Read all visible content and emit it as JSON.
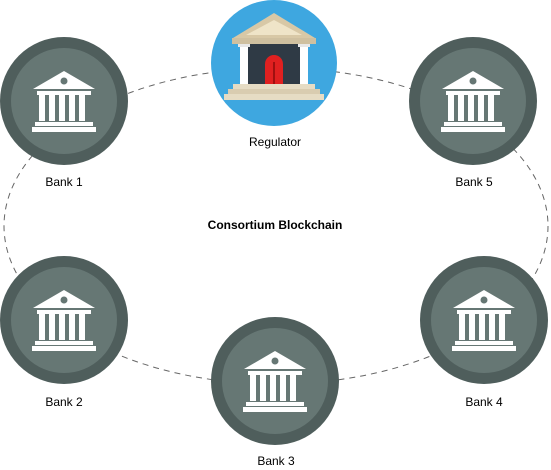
{
  "diagram": {
    "center_label": "Consortium Blockchain",
    "regulator": {
      "label": "Regulator",
      "fill": "#3ea7e0",
      "door_color": "#e02020"
    },
    "banks": [
      {
        "id": "bank1",
        "label": "Bank 1"
      },
      {
        "id": "bank2",
        "label": "Bank 2"
      },
      {
        "id": "bank3",
        "label": "Bank 3"
      },
      {
        "id": "bank4",
        "label": "Bank 4"
      },
      {
        "id": "bank5",
        "label": "Bank 5"
      }
    ],
    "colors": {
      "bank_outer": "#4f5e5c",
      "bank_inner": "#667774",
      "building": "#ffffff",
      "link": "#666666"
    },
    "icons": {
      "bank": "bank-building-icon",
      "regulator": "regulator-building-icon"
    }
  }
}
